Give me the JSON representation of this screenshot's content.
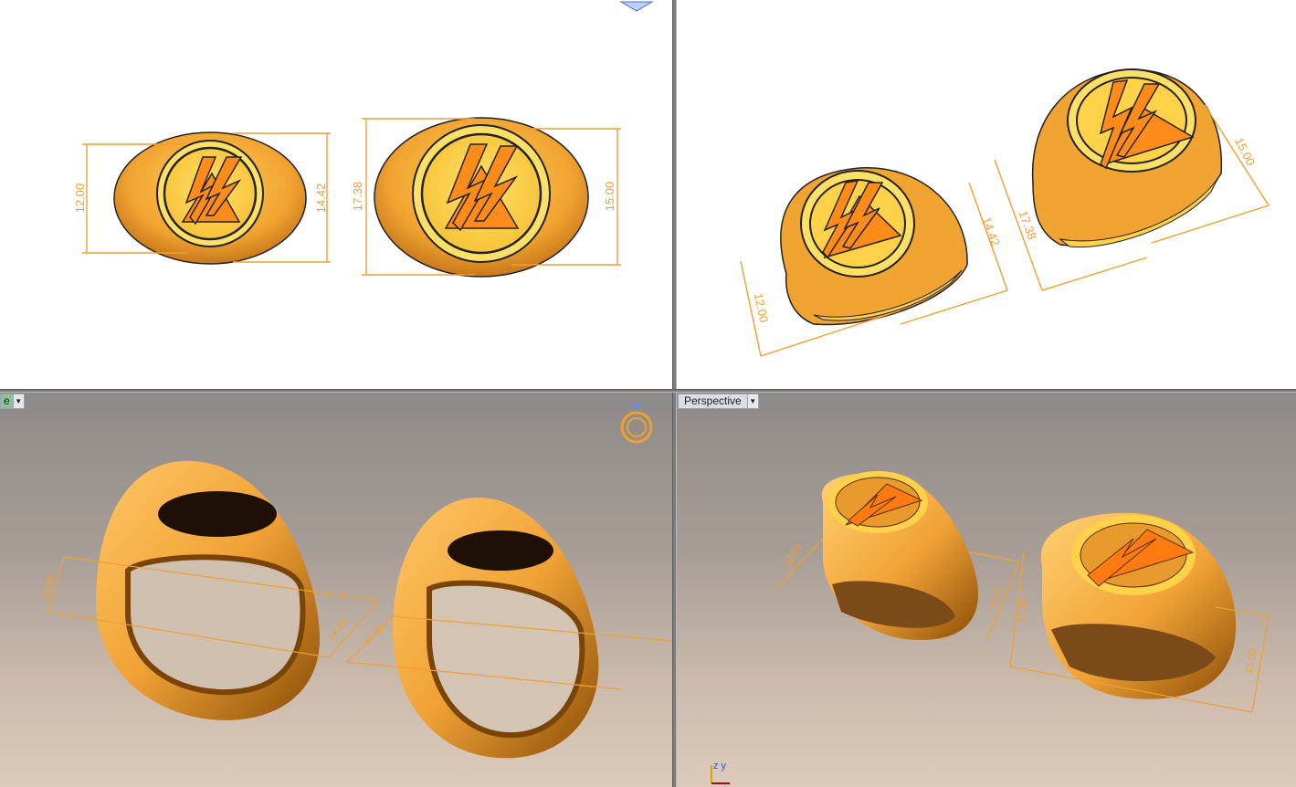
{
  "viewports": {
    "top_left": {
      "dimensions": [
        "12.00",
        "14.42",
        "17.38",
        "15.00"
      ]
    },
    "top_right": {
      "dimensions": [
        "15.00",
        "14.42",
        "12.00",
        "17.38"
      ]
    },
    "bottom_left": {
      "label": "e",
      "dimensions": [
        "12.00",
        "14.42",
        "17.38"
      ],
      "icon": "ring-gizmo-icon"
    },
    "bottom_right": {
      "label": "Perspective",
      "dimensions": [
        "12.00",
        "14.42",
        "17.38",
        "15.00"
      ],
      "axis_icon": "axis-triad-icon",
      "axis_label": "z y"
    }
  },
  "colors": {
    "ring_gold": "#f4a733",
    "ring_top": "#ffd24a",
    "emblem_orange": "#ff8c1a",
    "dimension_line": "#f0a030",
    "viewport_bg_white": "#ffffff"
  }
}
